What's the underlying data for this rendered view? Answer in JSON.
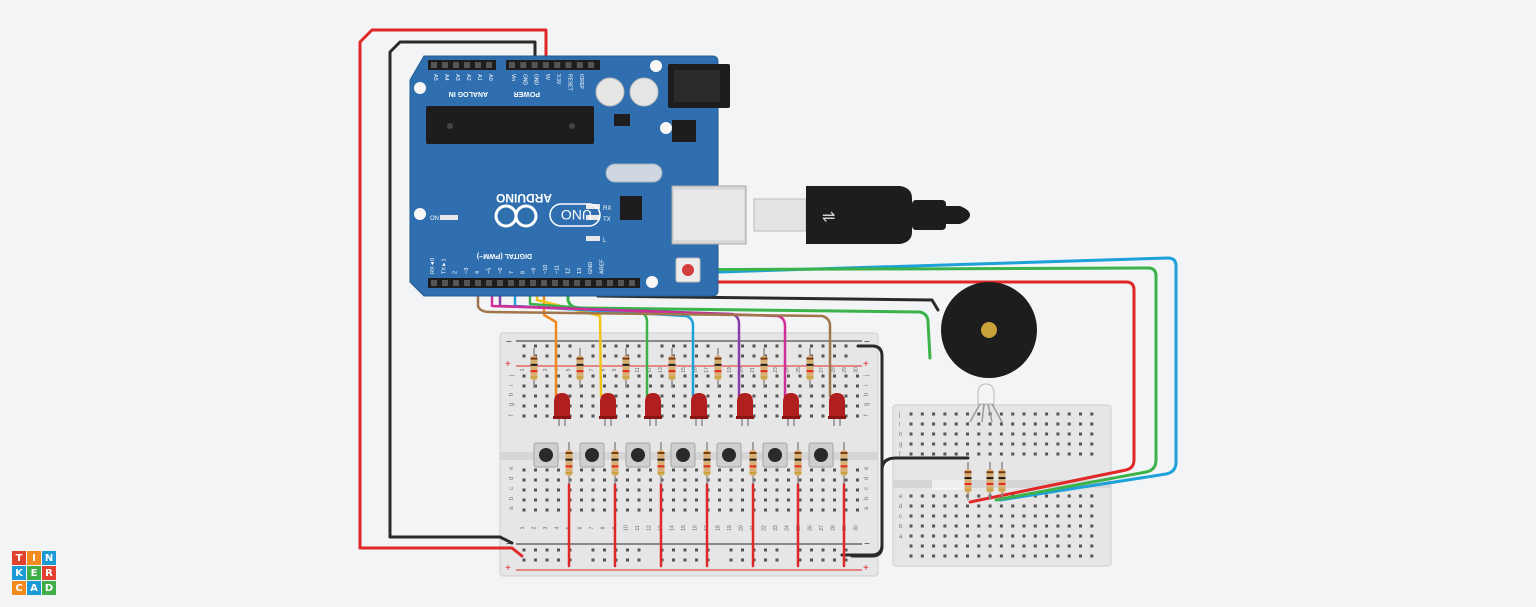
{
  "logo": {
    "letters": [
      "T",
      "I",
      "N",
      "K",
      "E",
      "R",
      "C",
      "A",
      "D"
    ]
  },
  "arduino": {
    "brand": "ARDUINO",
    "model": "UNO",
    "analog_header": "ANALOG IN",
    "power_header": "POWER",
    "digital_header": "DIGITAL (PWM~)",
    "analog_pins": [
      "A5",
      "A4",
      "A3",
      "A2",
      "A1",
      "A0"
    ],
    "power_pins": [
      "Vin",
      "GND",
      "GND",
      "5V",
      "3.3V",
      "RESET",
      "IOREF"
    ],
    "digital_pins": [
      "RX◄0",
      "TX►1",
      "2",
      "~3",
      "4",
      "~5",
      "~6",
      "7",
      "8",
      "~9",
      "~10",
      "~11",
      "12",
      "13",
      "GND",
      "AREF"
    ],
    "on_label": "ON",
    "rx_label": "RX",
    "tx_label": "TX",
    "l_label": "L"
  },
  "breadboard_main": {
    "column_numbers": [
      "1",
      "2",
      "3",
      "4",
      "5",
      "6",
      "7",
      "8",
      "9",
      "10",
      "11",
      "12",
      "13",
      "14",
      "15",
      "16",
      "17",
      "18",
      "19",
      "20",
      "21",
      "22",
      "23",
      "24",
      "25",
      "26",
      "27",
      "28",
      "29",
      "30"
    ],
    "row_letters_top": [
      "j",
      "i",
      "h",
      "g",
      "f"
    ],
    "row_letters_bottom": [
      "e",
      "d",
      "c",
      "b",
      "a"
    ],
    "plus": "+",
    "minus": "−"
  },
  "breadboard_small": {
    "row_letters_top": [
      "j",
      "i",
      "h",
      "g",
      "f"
    ],
    "row_letters_bottom": [
      "e",
      "d",
      "c",
      "b",
      "a"
    ]
  },
  "colors": {
    "board": "#2f6fb0",
    "wire_red": "#e02828",
    "wire_black": "#2a2a2a",
    "wire_green": "#3bb34a",
    "wire_blue": "#1ea0d8",
    "wire_orange": "#f08a1c",
    "wire_yellow": "#f0c419",
    "wire_purple": "#8a3ca8",
    "wire_magenta": "#d02f9a",
    "wire_brown": "#a0764a",
    "led": "#b01e1e"
  }
}
